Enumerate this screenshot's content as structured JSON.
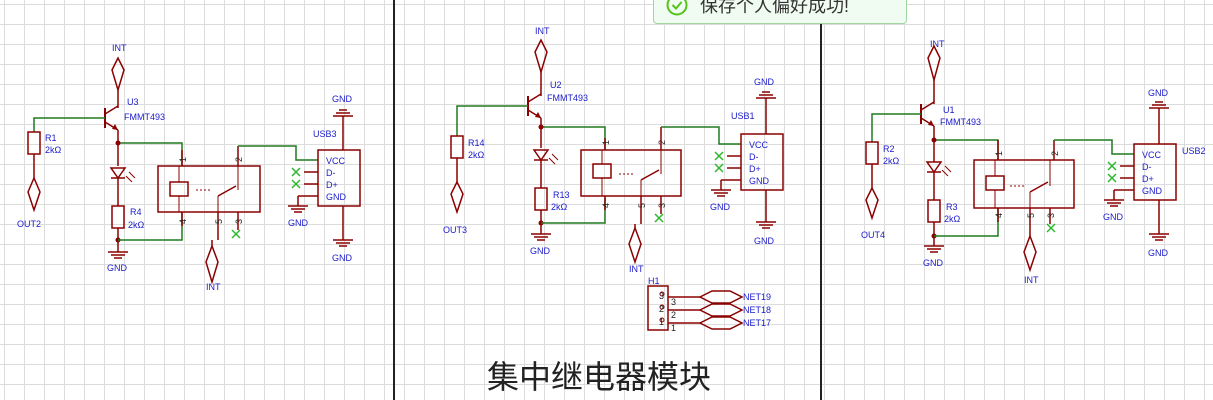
{
  "toast": {
    "message": "保存个人偏好成功!",
    "icon": "check-circle-icon",
    "color": "#52c41a"
  },
  "title": "集中继电器模块",
  "colors": {
    "wire": "#1f7a1f",
    "component": "#8b0000",
    "label": "#1a1acc",
    "noconnect": "#2db82d"
  },
  "modules": [
    {
      "transistor": {
        "ref": "U3",
        "value": "FMMT493"
      },
      "input_port": "INT",
      "resistor_base": {
        "ref": "R1",
        "value": "2kΩ"
      },
      "out_port": "OUT2",
      "resistor_led": {
        "ref": "R4",
        "value": "2kΩ"
      },
      "gnd_led": "GND",
      "relay_port": "INT",
      "usb": {
        "ref": "USB3",
        "pins": [
          "VCC",
          "D-",
          "D+",
          "GND"
        ]
      },
      "usb_gnd_top": "GND",
      "usb_gnd_left": "GND",
      "usb_gnd_bottom": "GND",
      "relay_pins": [
        "1",
        "2",
        "4",
        "5",
        "3"
      ]
    },
    {
      "transistor": {
        "ref": "U2",
        "value": "FMMT493"
      },
      "input_port": "INT",
      "resistor_base": {
        "ref": "R14",
        "value": "2kΩ"
      },
      "out_port": "OUT3",
      "resistor_led": {
        "ref": "R13",
        "value": "2kΩ"
      },
      "gnd_led": "GND",
      "relay_port": "INT",
      "usb": {
        "ref": "USB1",
        "pins": [
          "VCC",
          "D-",
          "D+",
          "GND"
        ]
      },
      "usb_gnd_top": "GND",
      "usb_gnd_left": "GND",
      "usb_gnd_bottom": "GND",
      "relay_pins": [
        "1",
        "2",
        "4",
        "5",
        "3"
      ]
    },
    {
      "transistor": {
        "ref": "U1",
        "value": "FMMT493"
      },
      "input_port": "INT",
      "resistor_base": {
        "ref": "R2",
        "value": "2kΩ"
      },
      "out_port": "OUT4",
      "resistor_led": {
        "ref": "R3",
        "value": "2kΩ"
      },
      "gnd_led": "GND",
      "relay_port": "INT",
      "usb": {
        "ref": "USB2",
        "pins": [
          "VCC",
          "D-",
          "D+",
          "GND"
        ]
      },
      "usb_gnd_top": "GND",
      "usb_gnd_left": "GND",
      "usb_gnd_bottom": "GND",
      "relay_pins": [
        "1",
        "2",
        "4",
        "5",
        "3"
      ]
    }
  ],
  "header": {
    "ref": "H1",
    "pins": [
      "3",
      "2",
      "1"
    ],
    "nets": [
      "NET19",
      "NET18",
      "NET17"
    ]
  }
}
